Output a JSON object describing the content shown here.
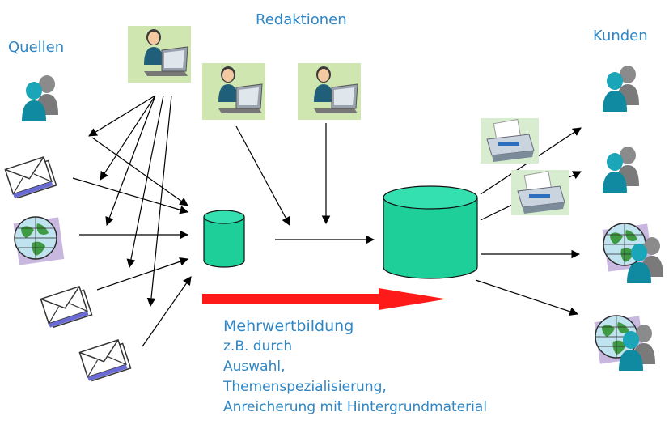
{
  "labels": {
    "quellen": "Quellen",
    "redaktionen": "Redaktionen",
    "kunden": "Kunden"
  },
  "mehrwert": {
    "title": "Mehrwertbildung",
    "lines": [
      "z.B. durch",
      "Auswahl,",
      "Themenspezialisierung,",
      "Anreicherung mit Hintergrundmaterial"
    ]
  },
  "colors": {
    "label": "#2f86c4",
    "database": "#1fcf9a",
    "database_top": "#35e0b0",
    "big_arrow": "#ff1a1a",
    "arrow": "#000000"
  },
  "icons": {
    "sources": [
      "people-icon",
      "envelope-icon",
      "globe-icon",
      "envelope-icon",
      "envelope-icon"
    ],
    "editors": [
      "editor-at-laptop-icon",
      "editor-at-laptop-icon",
      "editor-at-laptop-icon"
    ],
    "stores": [
      "small-database-icon",
      "large-database-icon"
    ],
    "outputs": [
      "printer-icon",
      "printer-icon"
    ],
    "customers": [
      "people-icon",
      "people-icon",
      "globe-people-icon",
      "globe-people-icon"
    ]
  }
}
